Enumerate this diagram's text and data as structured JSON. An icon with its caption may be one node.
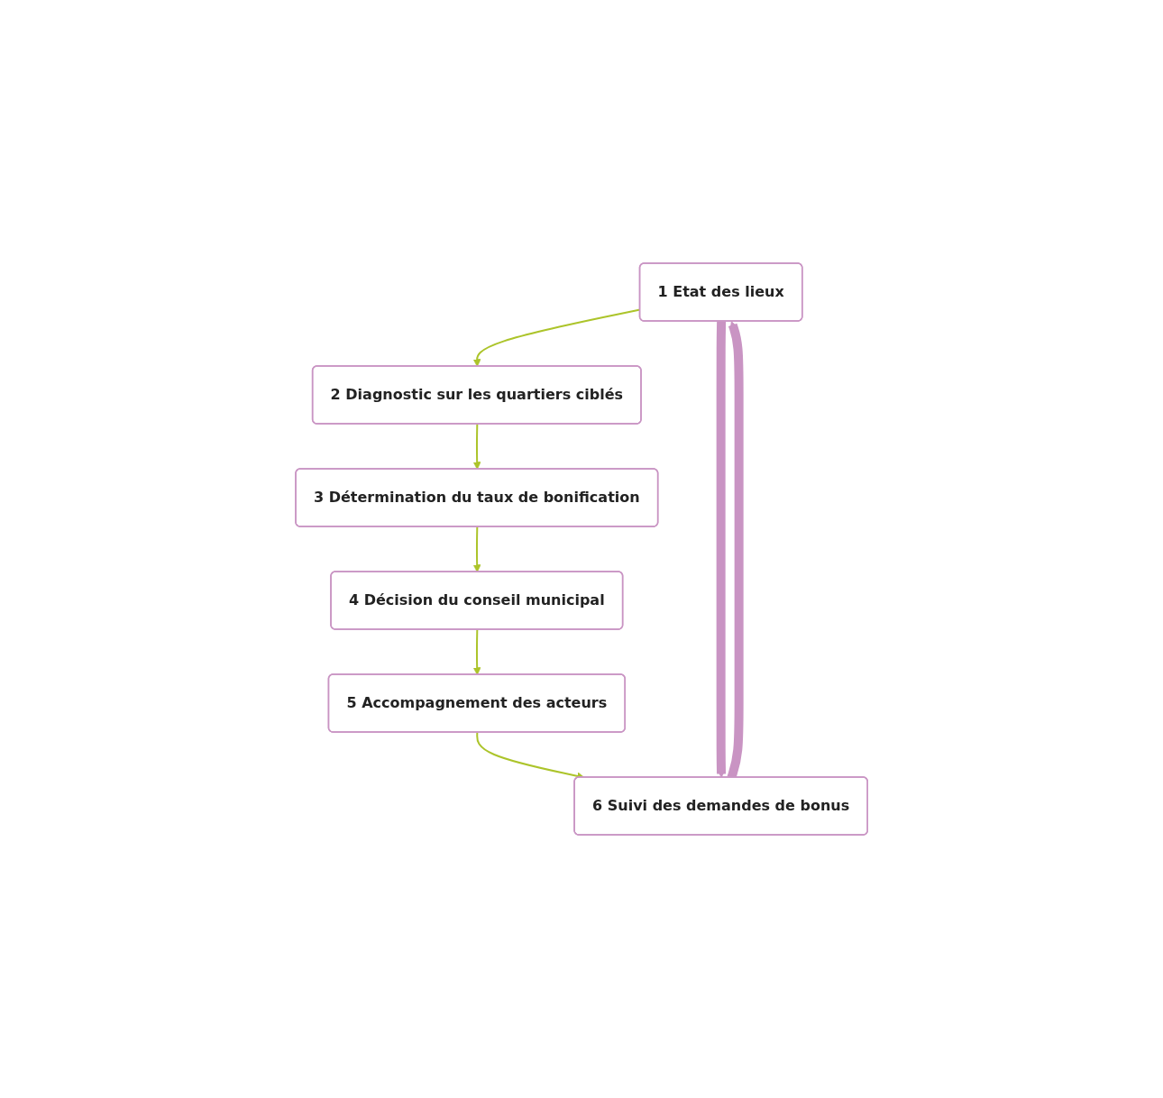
{
  "diagram": {
    "nodes": [
      {
        "text": [
          "1 Etat des lieux"
        ]
      },
      {
        "text": [
          "2 Diagnostic sur les quartiers ciblés"
        ]
      },
      {
        "text": [
          "3 Détermination du taux de bonification"
        ]
      },
      {
        "text": [
          "4 Décision du conseil municipal"
        ]
      },
      {
        "text": [
          "5 Accompagnement des acteurs"
        ]
      },
      {
        "text": [
          "6 Suivi des demandes de bonus"
        ]
      }
    ],
    "edges": [
      {
        "from": 0,
        "to": 1,
        "arrow": "to"
      },
      {
        "from": 1,
        "to": 2,
        "arrow": "to"
      },
      {
        "from": 2,
        "to": 3,
        "arrow": "to"
      },
      {
        "from": 3,
        "to": 4,
        "arrow": "to"
      },
      {
        "from": 4,
        "to": 5,
        "arrow": "to"
      },
      {
        "from": 0,
        "to": 5,
        "arrow": "to",
        "style": "thick",
        "color": "#c994c3"
      },
      {
        "from": 5,
        "to": 0,
        "arrow": "to",
        "style": "thick",
        "color": "#c994c3"
      }
    ]
  }
}
